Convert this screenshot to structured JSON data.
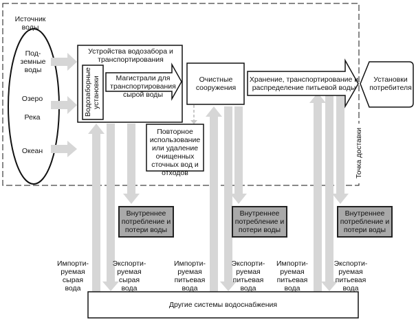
{
  "source": {
    "title": "Источник воды",
    "items": [
      "Под-земные воды",
      "Озеро",
      "Река",
      "Океан"
    ]
  },
  "intake": {
    "title": "Устройства водозабора и транспортирования",
    "intake_installations": "Водозаборные установки",
    "mains": "Магистрали для транспортирования сырой воды"
  },
  "treatment": {
    "label": "Очистные сооружения"
  },
  "distribution": {
    "label": "Хранение, транспортирование и распределение питьевой воды"
  },
  "consumer": {
    "label": "Установки потребителя"
  },
  "reuse": {
    "label": "Повторное использование или удаление очищенных сточных вод и отходов"
  },
  "delivery_point": {
    "label": "Точка доставки"
  },
  "internal_losses": [
    {
      "label": "Внутреннее потребление и потери воды"
    },
    {
      "label": "Внутреннее потребление и потери воды"
    },
    {
      "label": "Внутреннее потребление и потери воды"
    }
  ],
  "flows": [
    {
      "label": "Импорти-руемая сырая вода"
    },
    {
      "label": "Экспорти-руемая сырая вода"
    },
    {
      "label": "Импорти-руемая питьевая вода"
    },
    {
      "label": "Экспорти-руемая питьевая вода"
    },
    {
      "label": "Импорти-руемая питьевая вода"
    },
    {
      "label": "Экспорти-руемая питьевая вода"
    }
  ],
  "other_systems": {
    "label": "Другие системы водоснабжения"
  },
  "colors": {
    "arrow": "#d6d6d6",
    "loss_box": "#a9a9a9",
    "line": "#111111"
  }
}
